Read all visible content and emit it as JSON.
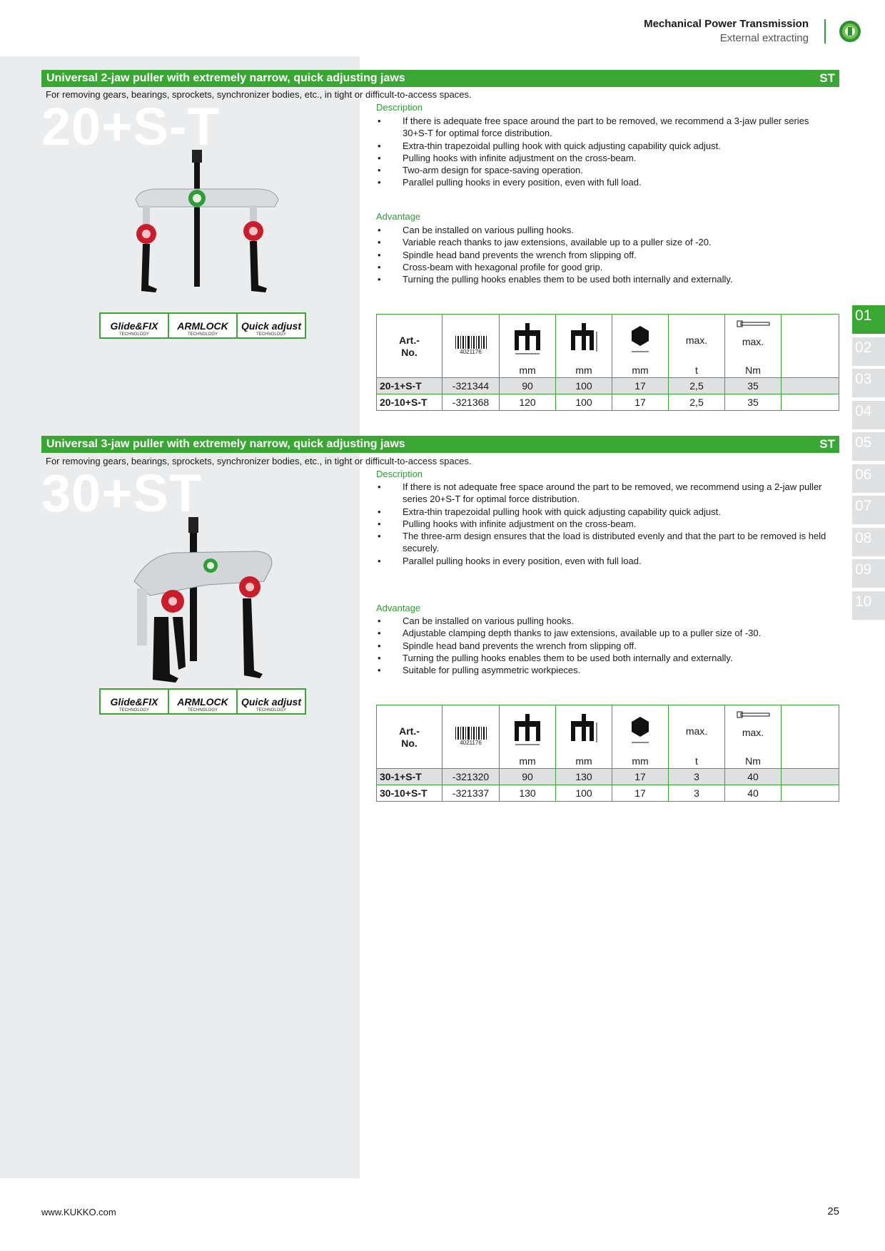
{
  "header": {
    "line1": "Mechanical Power Transmission",
    "line2": "External extracting"
  },
  "products": [
    {
      "title": "Universal 2-jaw puller with extremely narrow, quick adjusting jaws",
      "code": "ST",
      "intro": "For removing gears, bearings, sprockets, synchronizer bodies, etc., in tight or difficult-to-access spaces.",
      "series": "20+S-T",
      "description_label": "Description",
      "description": [
        "If there is adequate free space around the part to be removed, we recommend a 3-jaw puller series 30+S-T for optimal force distribution.",
        "Extra-thin trapezoidal pulling hook with quick adjusting capability quick adjust.",
        "Pulling hooks with infinite adjustment on the cross-beam.",
        "Two-arm design for space-saving operation.",
        "Parallel pulling hooks in every position, even with full load."
      ],
      "advantage_label": "Advantage",
      "advantage": [
        "Can be installed on various pulling hooks.",
        "Variable reach thanks to jaw extensions, available up to a puller size of -20.",
        "Spindle head band prevents the wrench from slipping off.",
        "Cross-beam with hexagonal profile for good grip.",
        "Turning the pulling hooks enables them to be used both internally and externally."
      ],
      "badges": [
        {
          "name": "Glide&FIX",
          "sub": "TECHNOLOGY"
        },
        {
          "name": "ARMLOCK",
          "sub": "TECHNOLOGY"
        },
        {
          "name": "Quick adjust",
          "sub": "TECHNOLOGY"
        }
      ],
      "table": {
        "art_label": "Art.-\nNo.",
        "barcode_text": "4021176",
        "units": [
          "mm",
          "mm",
          "mm",
          "t",
          "Nm"
        ],
        "max_labels": [
          "max.",
          "max."
        ],
        "rows": [
          [
            "20-1+S-T",
            "-321344",
            "90",
            "100",
            "17",
            "2,5",
            "35"
          ],
          [
            "20-10+S-T",
            "-321368",
            "120",
            "100",
            "17",
            "2,5",
            "35"
          ]
        ]
      }
    },
    {
      "title": "Universal 3-jaw puller with extremely narrow, quick adjusting jaws",
      "code": "ST",
      "intro": "For removing gears, bearings, sprockets, synchronizer bodies, etc., in tight or difficult-to-access spaces.",
      "series": "30+ST",
      "description_label": "Description",
      "description": [
        "If there is not adequate free space around the part to be removed, we recommend using a 2-jaw puller series 20+S-T for optimal force distribution.",
        "Extra-thin trapezoidal pulling hook with quick adjusting capability quick adjust.",
        "Pulling hooks with infinite adjustment on the cross-beam.",
        "The three-arm design ensures that the load is distributed evenly and that the part to be removed is held securely.",
        "Parallel pulling hooks in every position, even with full load."
      ],
      "advantage_label": "Advantage",
      "advantage": [
        "Can be installed on various pulling hooks.",
        "Adjustable clamping depth thanks to jaw extensions, available up to a puller size of -30.",
        "Spindle head band prevents the wrench from slipping off.",
        "Turning the pulling hooks enables them to be used both internally and externally.",
        "Suitable for pulling asymmetric workpieces."
      ],
      "badges": [
        {
          "name": "Glide&FIX",
          "sub": "TECHNOLOGY"
        },
        {
          "name": "ARMLOCK",
          "sub": "TECHNOLOGY"
        },
        {
          "name": "Quick adjust",
          "sub": "TECHNOLOGY"
        }
      ],
      "table": {
        "art_label": "Art.-\nNo.",
        "barcode_text": "4021176",
        "units": [
          "mm",
          "mm",
          "mm",
          "t",
          "Nm"
        ],
        "max_labels": [
          "max.",
          "max."
        ],
        "rows": [
          [
            "30-1+S-T",
            "-321320",
            "90",
            "130",
            "17",
            "3",
            "40"
          ],
          [
            "30-10+S-T",
            "-321337",
            "130",
            "100",
            "17",
            "3",
            "40"
          ]
        ]
      }
    }
  ],
  "tabs": [
    "01",
    "02",
    "03",
    "04",
    "05",
    "06",
    "07",
    "08",
    "09",
    "10"
  ],
  "active_tab": "01",
  "footer": {
    "url": "www.KUKKO.com",
    "page": "25"
  },
  "colors": {
    "brand_green": "#3aa634",
    "panel_gray": "#ebeced"
  }
}
